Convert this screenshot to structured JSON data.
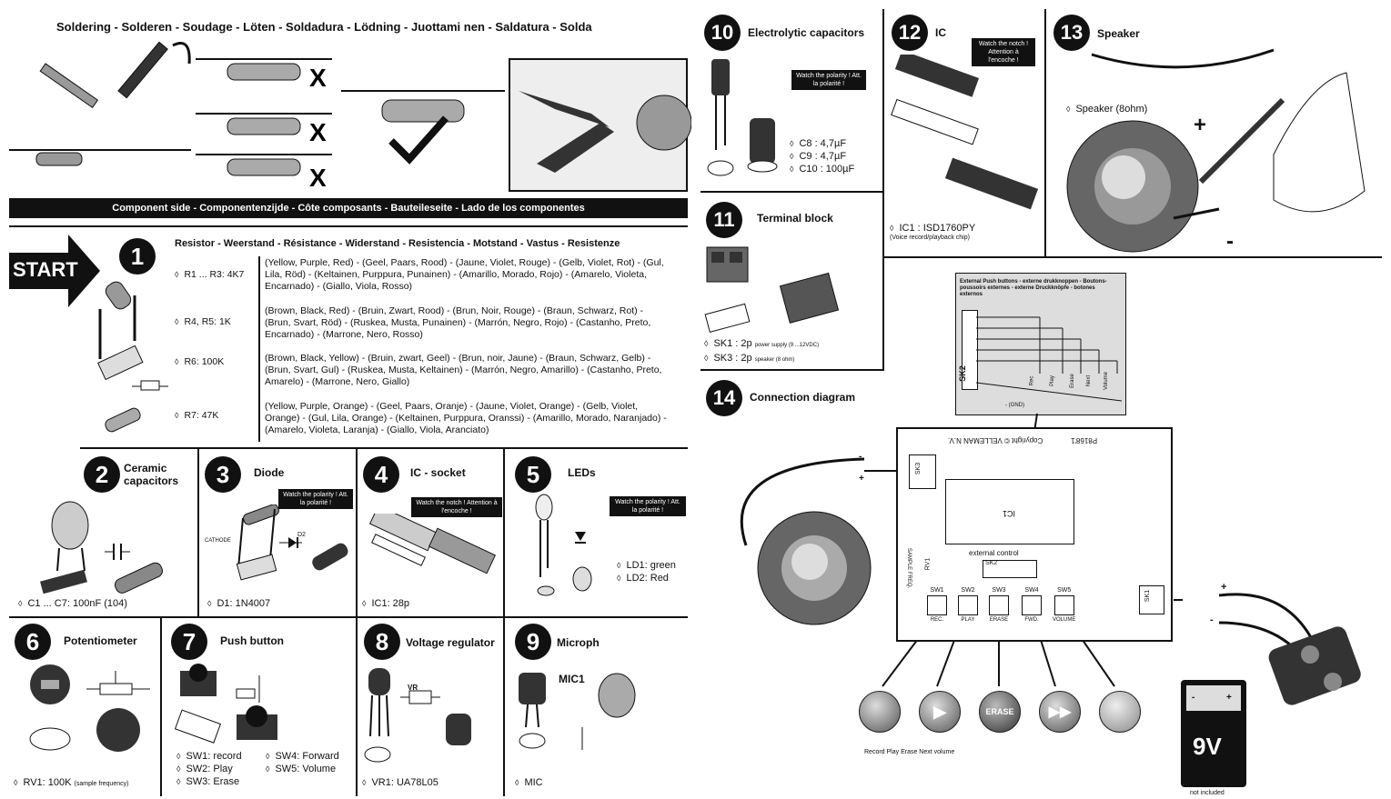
{
  "header": {
    "title": "Soldering - Solderen - Soudage - Löten - Soldadura - Lödning - Juottami nen - Saldatura - Solda",
    "component_side": "Component side - Componentenzijde - Côte composants - Bauteileseite - Lado de los componentes",
    "start": "START"
  },
  "s1": {
    "num": "1",
    "title": "Resistor - Weerstand - Résistance - Widerstand - Resistencia - Motstand - Vastus - Resistenze",
    "rows": [
      {
        "ref": "R1 ... R3: 4K7",
        "text": "(Yellow, Purple, Red) - (Geel, Paars, Rood) - (Jaune, Violet, Rouge) - (Gelb, Violet, Rot) - (Gul, Lila, Röd) - (Keltainen, Purppura, Punainen) - (Amarillo, Morado, Rojo) - (Amarelo, Violeta, Encarnado) - (Giallo, Viola, Rosso)"
      },
      {
        "ref": "R4, R5: 1K",
        "text": "(Brown, Black, Red) - (Bruin, Zwart, Rood) - (Brun, Noir, Rouge) - (Braun, Schwarz, Rot) - (Brun, Svart, Röd) - (Ruskea, Musta, Punainen) - (Marrón, Negro, Rojo) - (Castanho, Preto, Encarnado) - (Marrone, Nero, Rosso)"
      },
      {
        "ref": "R6: 100K",
        "text": "(Brown, Black, Yellow) - (Bruin, zwart, Geel) - (Brun, noir, Jaune) - (Braun, Schwarz, Gelb) - (Brun, Svart, Gul) - (Ruskea, Musta, Keltainen) - (Marrón, Negro, Amarillo) - (Castanho, Preto, Amarelo) - (Marrone, Nero, Giallo)"
      },
      {
        "ref": "R7: 47K",
        "text": "(Yellow, Purple, Orange) - (Geel, Paars, Oranje) - (Jaune, Violet, Orange) - (Gelb, Violet, Orange) - (Gul, Lila, Orange) - (Keltainen, Purppura, Oranssi) - (Amarillo, Morado, Naranjado) - (Amarelo, Violeta, Laranja) - (Giallo, Viola, Aranciato)"
      }
    ]
  },
  "s2": {
    "num": "2",
    "title": "Ceramic capacitors",
    "value": "C1 ... C7: 100nF (104)"
  },
  "s3": {
    "num": "3",
    "title": "Diode",
    "note": "Watch the polarity ! Att. la polarité !",
    "value": "D1: 1N4007",
    "cathode": "CATHODE",
    "ref": "D2"
  },
  "s4": {
    "num": "4",
    "title": "IC - socket",
    "note": "Watch the notch ! Attention à l'encoche !",
    "value": "IC1: 28p"
  },
  "s5": {
    "num": "5",
    "title": "LEDs",
    "note": "Watch the polarity ! Att. la polarité !",
    "ld1": "LD1: green",
    "ld2": "LD2: Red"
  },
  "s6": {
    "num": "6",
    "title": "Potentiometer",
    "value": "RV1: 100K",
    "sub": "(sample frequency)"
  },
  "s7": {
    "num": "7",
    "title": "Push button",
    "sw1": "SW1: record",
    "sw2": "SW2: Play",
    "sw3": "SW3: Erase",
    "sw4": "SW4: Forward",
    "sw5": "SW5: Volume"
  },
  "s8": {
    "num": "8",
    "title": "Voltage regulator",
    "value": "VR1: UA78L05"
  },
  "s9": {
    "num": "9",
    "title": "Microph",
    "mic": "MIC1",
    "value": "MIC"
  },
  "s10": {
    "num": "10",
    "title": "Electrolytic capacitors",
    "note": "Watch the polarity ! Att. la polarité !",
    "c8": "C8 : 4,7µF",
    "c9": "C9 : 4,7µF",
    "c10": "C10 : 100µF"
  },
  "s11": {
    "num": "11",
    "title": "Terminal block",
    "sk1": "SK1 : 2p",
    "sk1_sub": "power supply (9 ...12VDC)",
    "sk3": "SK3 : 2p",
    "sk3_sub": "speaker (8 ohm)"
  },
  "s12": {
    "num": "12",
    "title": "IC",
    "note": "Watch the notch ! Attention à l'encoche !",
    "value": "IC1 : ISD1760PY",
    "sub": "(Voice record/playback chip)"
  },
  "s13": {
    "num": "13",
    "title": "Speaker",
    "value": "Speaker (8ohm)",
    "plus": "+",
    "minus": "-"
  },
  "s14": {
    "num": "14",
    "title": "Connection diagram",
    "ext_title": "External Push buttons - externe drukknoppen - Boutons-poussoirs externes - externe Druckknöpfe - botones externos",
    "sk2": "SK2",
    "ext_labels": [
      "Rec",
      "Play",
      "Erase",
      "Next",
      "Volume"
    ],
    "gnd": "- (GND)",
    "pcb_copyright": "Copyright © VELLEMAN N.V.",
    "pcb_code": "P8168'1",
    "pcb_ic": "IC1",
    "pcb_ext": "external control",
    "pcb_sk2": "SK2",
    "pcb_sk3": "SK3",
    "pcb_sk1": "SK1",
    "pcb_rv1": "RV1",
    "pcb_sample": "SAMPLE FREQ.",
    "sw_labels": [
      "SW1",
      "SW2",
      "SW3",
      "SW4",
      "SW5"
    ],
    "sw_names": [
      "REC.",
      "PLAY",
      "ERASE",
      "FWD.",
      "VOLUME"
    ],
    "erase_btn": "ERASE",
    "btn_caption": "Record Play Erase Next volume",
    "battery": "9V",
    "battery_note": "not included",
    "speaker_plus": "+",
    "speaker_minus": "-",
    "power_plus": "+",
    "power_minus": "-"
  }
}
